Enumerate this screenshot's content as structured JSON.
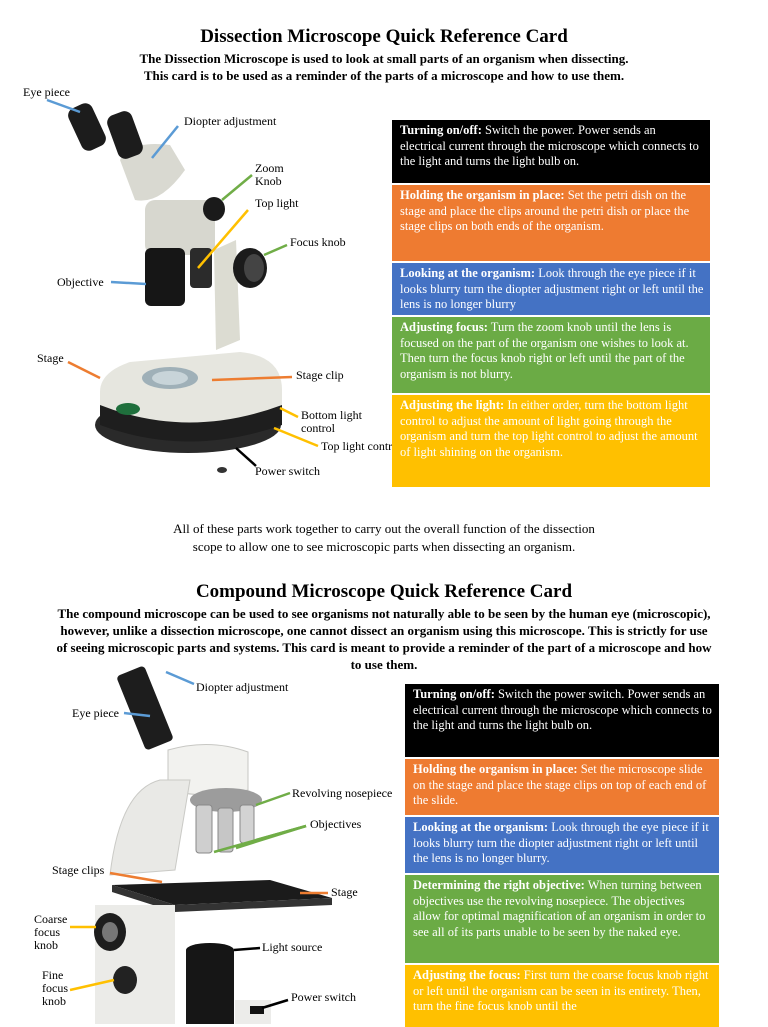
{
  "dissection": {
    "title": "Dissection Microscope Quick Reference Card",
    "intro": [
      "The Dissection Microscope is used to look at small parts of an organism when dissecting.",
      "This card is to be used as a reminder of the parts of a microscope and how to use them."
    ],
    "labels": {
      "eye_piece": "Eye piece",
      "diopter": "Diopter adjustment",
      "zoom_knob": "Zoom Knob",
      "top_light": "Top light",
      "focus_knob": "Focus knob",
      "objective": "Objective",
      "stage": "Stage",
      "stage_clip": "Stage clip",
      "bottom_light_control": "Bottom light control",
      "top_light_control": "Top light control",
      "power_switch": "Power switch"
    },
    "cards": [
      {
        "heading": "Turning on/off:",
        "text": " Switch the power. Power sends an electrical current through the microscope which connects to the light and turns the light bulb on."
      },
      {
        "heading": "Holding the organism in place:",
        "text": " Set the petri dish on the stage and place the clips around the petri dish or place the stage clips on both ends of the organism."
      },
      {
        "heading": "Looking at the organism:",
        "text": " Look through the eye piece if it looks blurry turn the diopter adjustment right or left until the lens is no longer blurry"
      },
      {
        "heading": "Adjusting focus:",
        "text": " Turn the zoom knob until the lens is focused on the part of the organism one wishes to look at. Then turn the focus knob right or left until the part of the organism is not blurry."
      },
      {
        "heading": "Adjusting the light:",
        "text": " In either order, turn the bottom light control to adjust the amount of light going through the organism and turn the top light control to adjust the amount of light shining on the organism."
      }
    ],
    "summary": [
      "All of these parts work together to carry out the overall function of the dissection",
      "scope to allow one to see microscopic parts when dissecting an organism."
    ]
  },
  "compound": {
    "title": "Compound Microscope Quick Reference Card",
    "intro": [
      "The compound microscope can be used to see organisms not naturally able to be seen by the human eye (microscopic),",
      "however, unlike a dissection microscope, one cannot dissect an organism using this microscope. This is strictly for use",
      "of seeing microscopic parts and systems. This card is meant to provide a reminder of the part of a microscope and how",
      "to use them."
    ],
    "labels": {
      "diopter": "Diopter adjustment",
      "eye_piece": "Eye piece",
      "nosepiece": "Revolving nosepiece",
      "objectives": "Objectives",
      "stage_clips": "Stage clips",
      "stage": "Stage",
      "coarse": "Coarse focus knob",
      "light_source": "Light source",
      "fine": "Fine focus knob",
      "power_switch": "Power switch"
    },
    "cards": [
      {
        "heading": "Turning on/off:",
        "text": " Switch the power switch. Power sends an electrical current through the microscope which connects to the light and turns the light bulb on."
      },
      {
        "heading": "Holding the organism in place:",
        "text": " Set the microscope slide on the stage and place the stage clips on top of each end of the slide."
      },
      {
        "heading": "Looking at the organism:",
        "text": " Look through the eye piece if it looks blurry turn the diopter adjustment right or left until the lens is no longer blurry."
      },
      {
        "heading": "Determining the right objective:",
        "text": " When turning between objectives use the revolving nosepiece. The objectives allow for optimal magnification of an organism in order to see all of its parts unable to be seen by the naked eye."
      },
      {
        "heading": "Adjusting the focus:",
        "text": " First turn the coarse focus knob right or left until the organism can be seen in its entirety. Then, turn the fine focus knob until the"
      }
    ]
  },
  "colors": {
    "black": "#000000",
    "orange": "#ee7b31",
    "blue": "#4472c4",
    "green": "#6bab45",
    "yellow": "#ffc000"
  }
}
